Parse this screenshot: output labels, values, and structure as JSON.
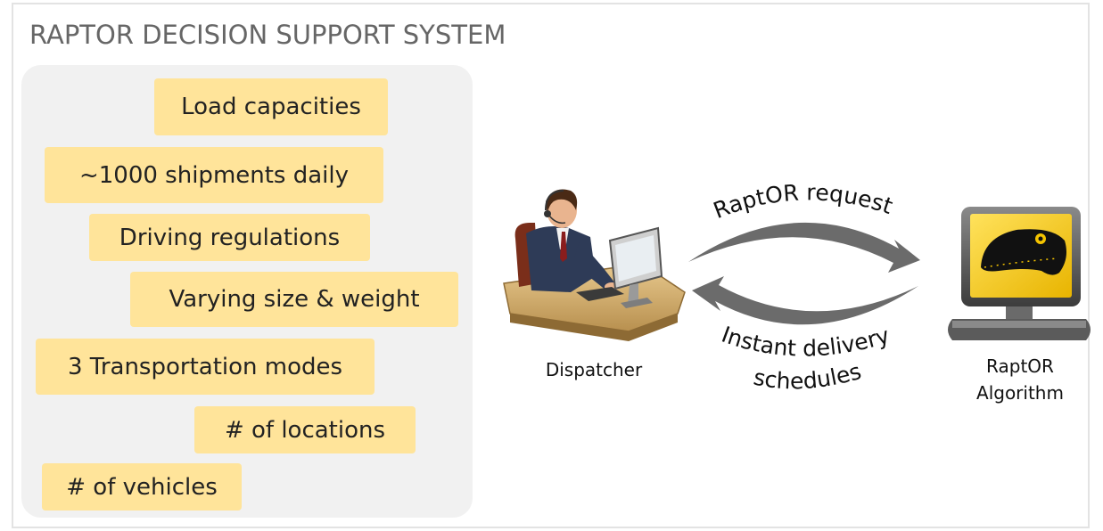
{
  "title": "RAPTOR DECISION SUPPORT SYSTEM",
  "factors": [
    "Load capacities",
    "~1000 shipments daily",
    "Driving regulations",
    "Varying size & weight",
    "3 Transportation modes",
    "# of locations",
    "# of vehicles"
  ],
  "dispatcher": {
    "label": "Dispatcher",
    "icon": "dispatcher-at-computer-icon"
  },
  "algorithm": {
    "label_line1": "RaptOR",
    "label_line2": "Algorithm",
    "icon": "dinosaur-monitor-icon"
  },
  "flows": {
    "request": "RaptOR request",
    "response": "Instant delivery schedules"
  },
  "colors": {
    "tag_fill": "#ffe49a",
    "panel_fill": "#f1f1f1",
    "arrow": "#6b6b6b",
    "monitor_screen": "#f5c400"
  }
}
